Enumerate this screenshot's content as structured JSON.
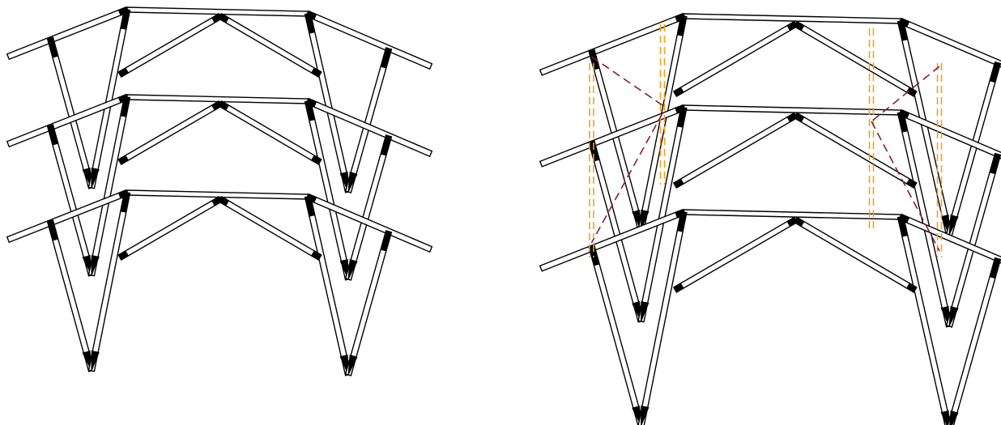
{
  "figure": {
    "panels": [
      {
        "id": "left",
        "frames": 3,
        "bracing": false
      },
      {
        "id": "right",
        "frames": 3,
        "bracing": true
      }
    ]
  },
  "colors": {
    "background": "#ffffff",
    "member_outline": "#000000",
    "member_fill": "#ffffff",
    "joint_cap": "#000000",
    "vertical_bracing": "#f0a21c",
    "diagonal_bracing": "#8b1a3a"
  }
}
